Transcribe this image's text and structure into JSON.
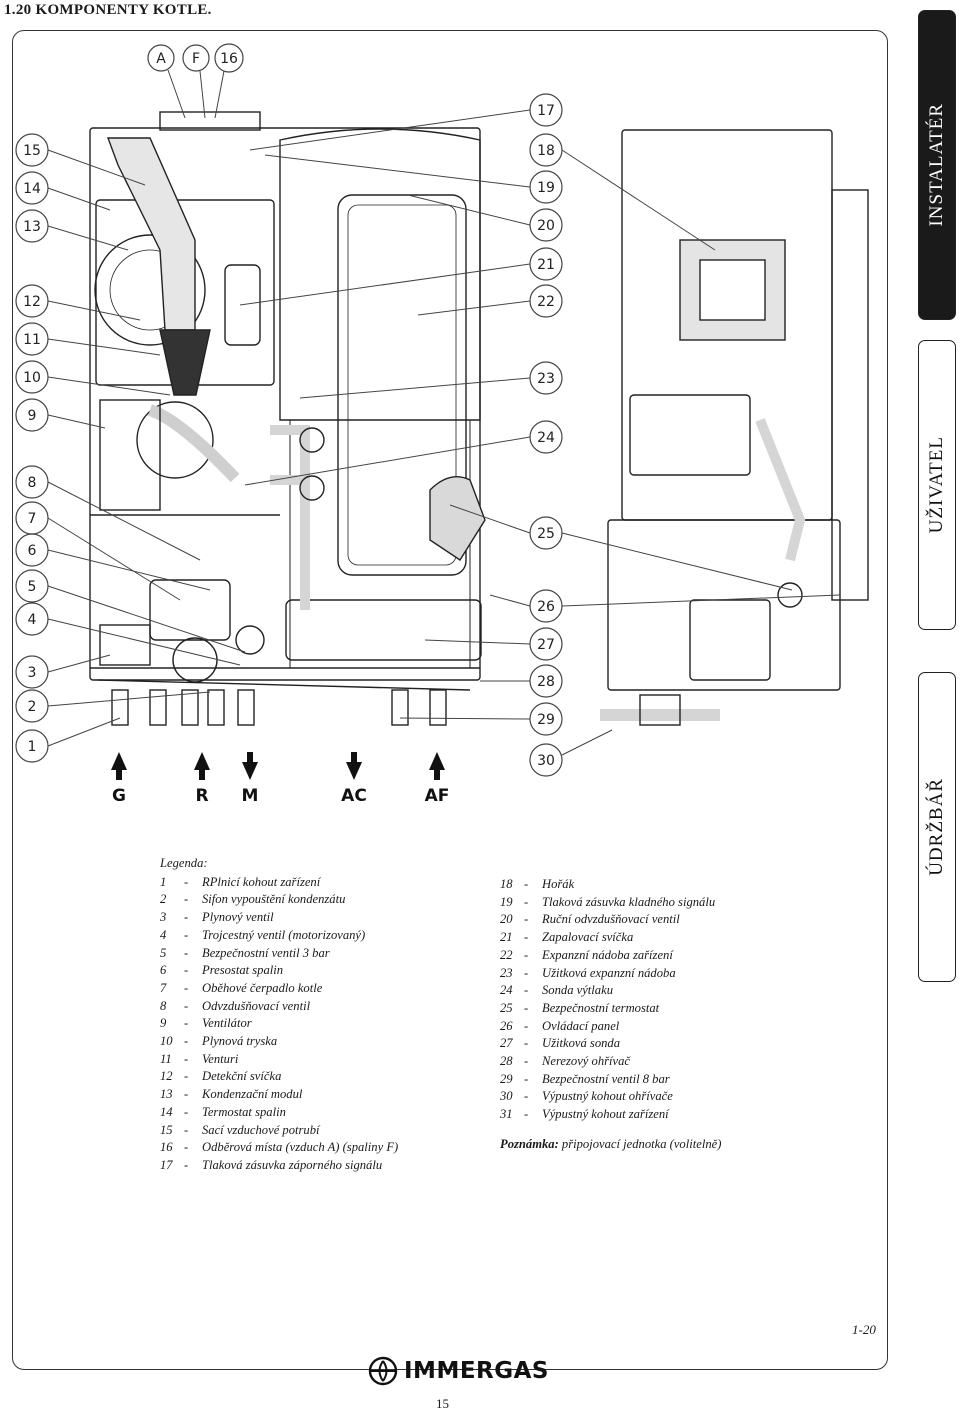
{
  "section_title": "1.20 KOMPONENTY KOTLE.",
  "side_tabs": {
    "installer": "INSTALATÉR",
    "user": "UŽIVATEL",
    "maintenance": "ÚDRŽBÁŘ"
  },
  "top_callouts": [
    "A",
    "F",
    "16"
  ],
  "left_callouts": [
    "15",
    "14",
    "13",
    "12",
    "11",
    "10",
    "9",
    "8",
    "7",
    "6",
    "5",
    "4",
    "3",
    "2",
    "1"
  ],
  "right_callouts": [
    "17",
    "18",
    "19",
    "20",
    "21",
    "22",
    "23",
    "24",
    "25",
    "26",
    "27",
    "28",
    "29",
    "30"
  ],
  "connection_labels": [
    {
      "label": "G",
      "direction": "up"
    },
    {
      "label": "R",
      "direction": "up"
    },
    {
      "label": "M",
      "direction": "down"
    },
    {
      "label": "AC",
      "direction": "down"
    },
    {
      "label": "AF",
      "direction": "up"
    }
  ],
  "legend": {
    "heading": "Legenda:",
    "left": [
      {
        "num": "1",
        "text": "RPlnicí kohout zařízení"
      },
      {
        "num": "2",
        "text": "Sifon vypouštění kondenzátu"
      },
      {
        "num": "3",
        "text": "Plynový ventil"
      },
      {
        "num": "4",
        "text": "Trojcestný ventil (motorizovaný)"
      },
      {
        "num": "5",
        "text": "Bezpečnostní ventil 3 bar"
      },
      {
        "num": "6",
        "text": "Presostat spalin"
      },
      {
        "num": "7",
        "text": "Oběhové čerpadlo kotle"
      },
      {
        "num": "8",
        "text": "Odvzdušňovací ventil"
      },
      {
        "num": "9",
        "text": "Ventilátor"
      },
      {
        "num": "10",
        "text": "Plynová tryska"
      },
      {
        "num": "11",
        "text": "Venturi"
      },
      {
        "num": "12",
        "text": "Detekční svíčka"
      },
      {
        "num": "13",
        "text": "Kondenzační modul"
      },
      {
        "num": "14",
        "text": "Termostat spalin"
      },
      {
        "num": "15",
        "text": "Sací vzduchové potrubí"
      },
      {
        "num": "16",
        "text": "Odběrová místa (vzduch A)  (spaliny F)"
      },
      {
        "num": "17",
        "text": "Tlaková zásuvka záporného signálu"
      }
    ],
    "right": [
      {
        "num": "18",
        "text": "Hořák"
      },
      {
        "num": "19",
        "text": "Tlaková zásuvka kladného signálu"
      },
      {
        "num": "20",
        "text": "Ruční odvzdušňovací ventil"
      },
      {
        "num": "21",
        "text": "Zapalovací svíčka"
      },
      {
        "num": "22",
        "text": "Expanzní nádoba zařízení"
      },
      {
        "num": "23",
        "text": "Užitková expanzní nádoba"
      },
      {
        "num": "24",
        "text": "Sonda výtlaku"
      },
      {
        "num": "25",
        "text": "Bezpečnostní termostat"
      },
      {
        "num": "26",
        "text": "Ovládací panel"
      },
      {
        "num": "27",
        "text": "Užitková sonda"
      },
      {
        "num": "28",
        "text": "Nerezový ohřívač"
      },
      {
        "num": "29",
        "text": "Bezpečnostní ventil 8 bar"
      },
      {
        "num": "30",
        "text": "Výpustný kohout ohřívače"
      },
      {
        "num": "31",
        "text": "Výpustný kohout zařízení"
      }
    ],
    "dash": "-",
    "note_label": "Poznámka:",
    "note_text": " připojovací jednotka (volitelně)"
  },
  "figure_label": "1-20",
  "brand": "IMMERGAS",
  "page_number": "15"
}
